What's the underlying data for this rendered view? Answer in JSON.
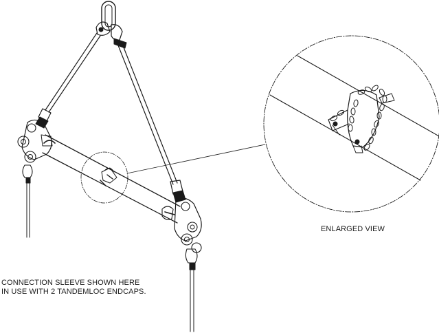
{
  "labels": {
    "enlarged_view": "ENLARGED VIEW",
    "note_line_1": "CONNECTION SLEEVE SHOWN HERE",
    "note_line_2": "IN USE WITH 2 TANDEMLOC ENDCAPS."
  },
  "colors": {
    "ink": "#1a1a1a",
    "background": "#ffffff"
  }
}
